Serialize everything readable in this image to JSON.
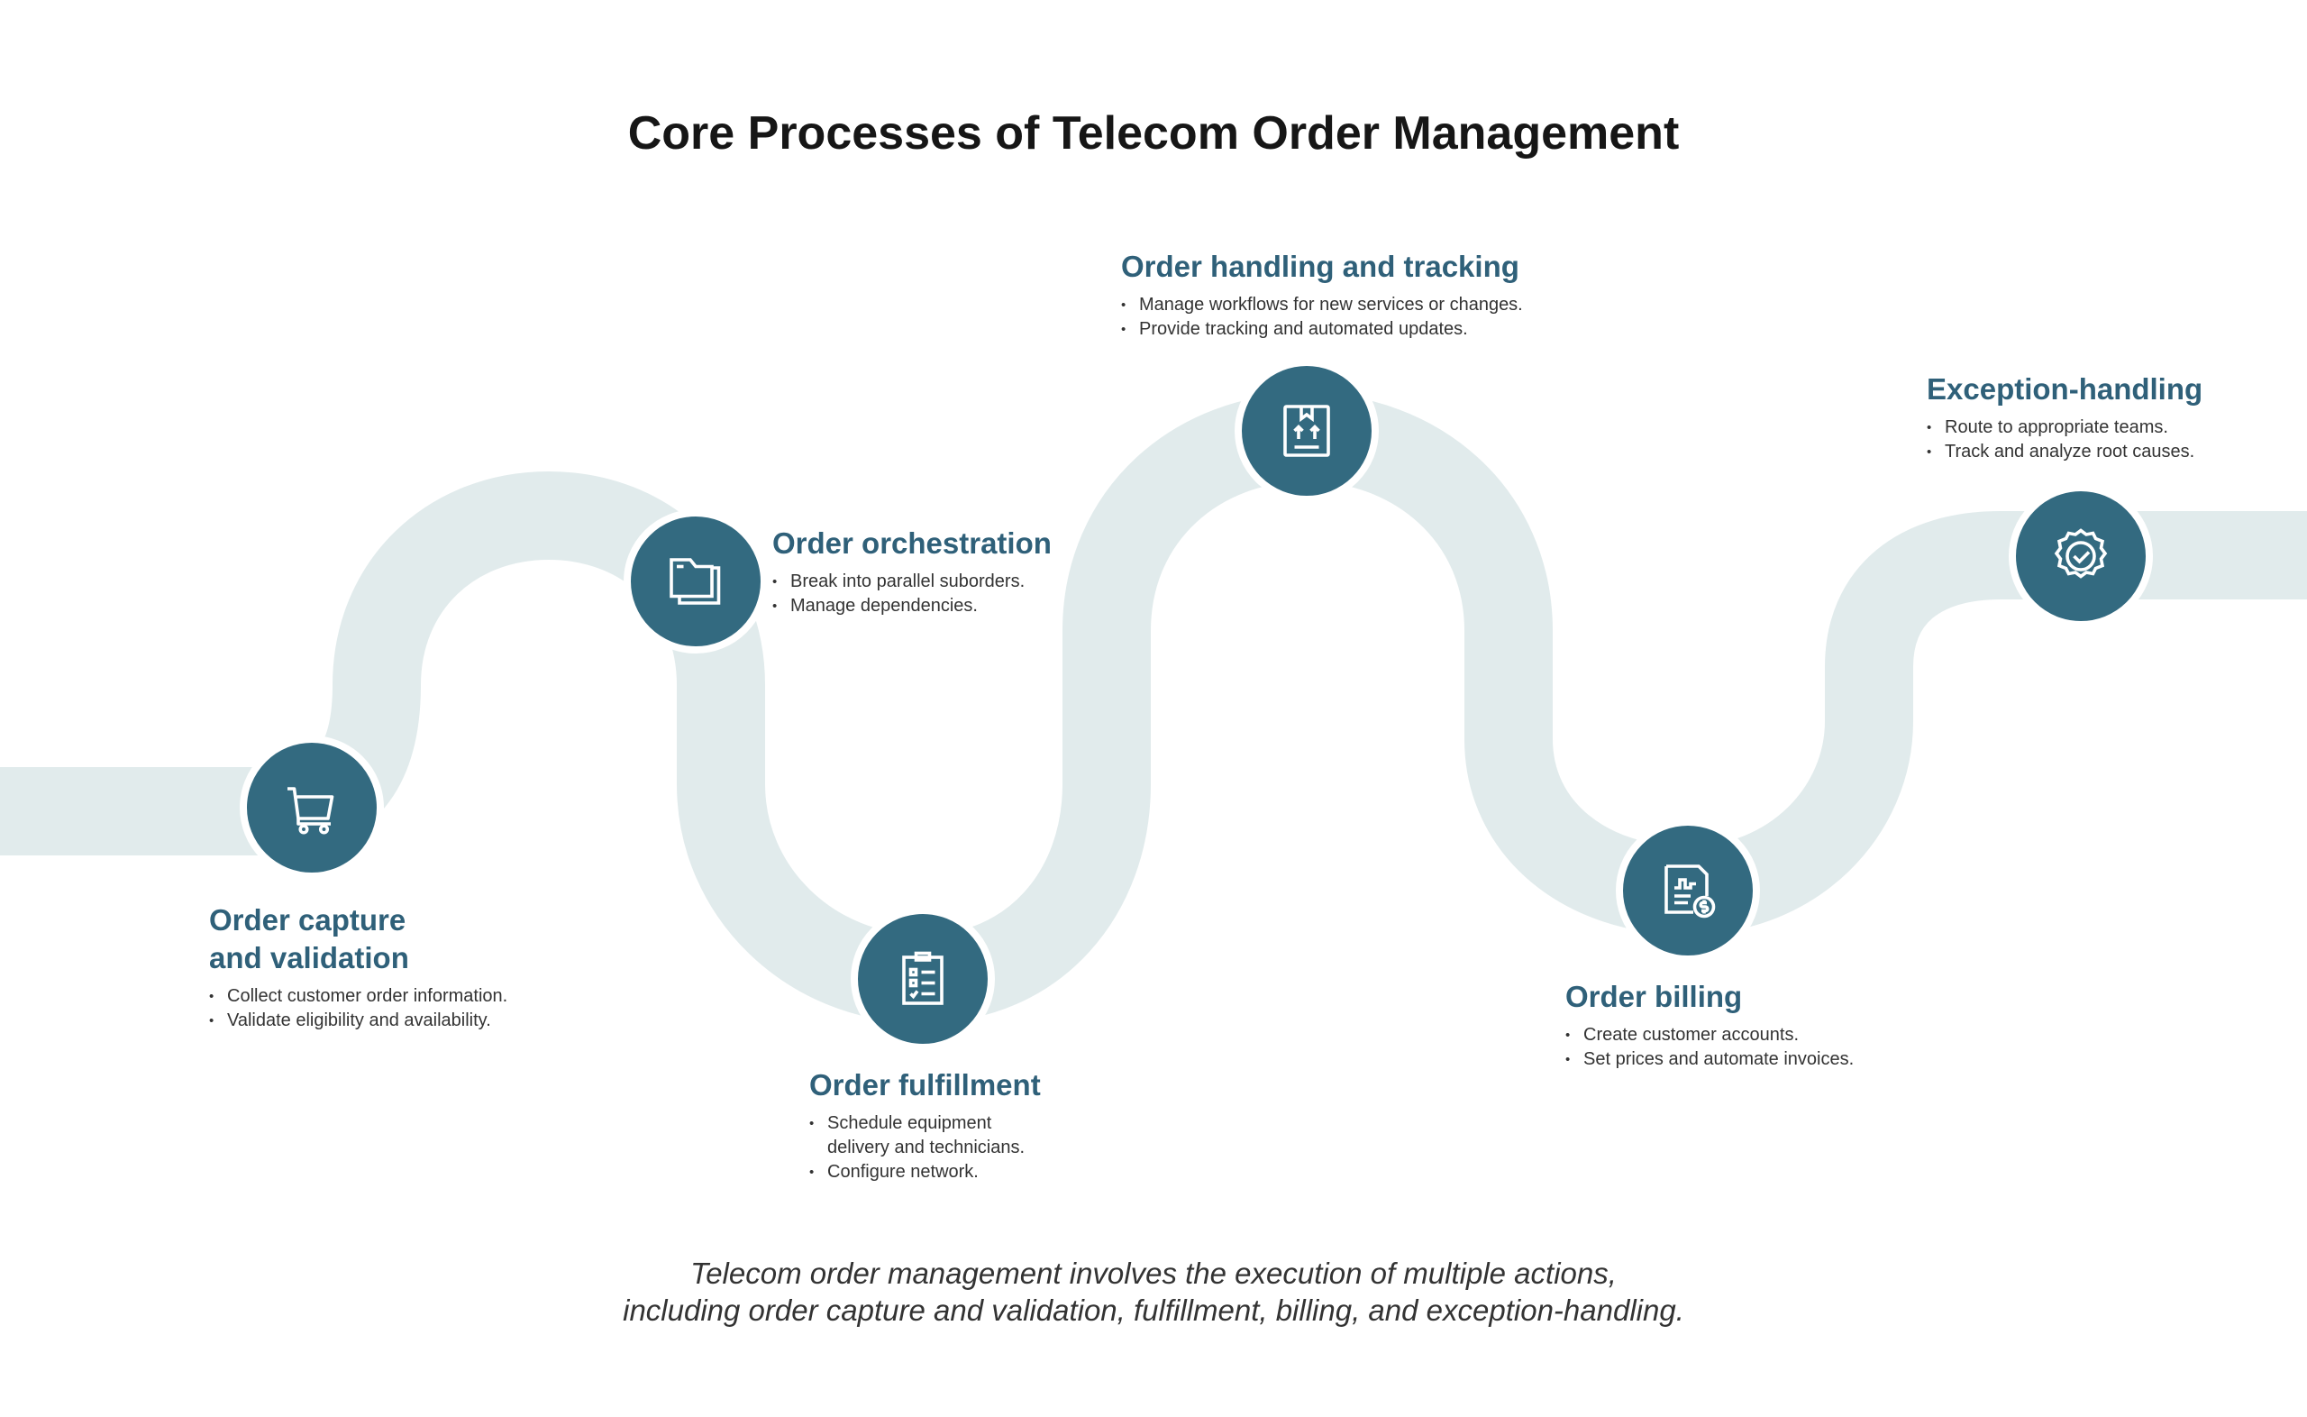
{
  "title": "Core Processes of Telecom Order Management",
  "colors": {
    "accent": "#336a80",
    "heading": "#2f6079",
    "road": "#e1ebec"
  },
  "steps": [
    {
      "icon": "shopping-cart-icon",
      "title_line1": "Order capture",
      "title_line2": "and validation",
      "bullets": [
        "Collect customer order information.",
        "Validate eligibility and availability."
      ]
    },
    {
      "icon": "folders-icon",
      "title": "Order orchestration",
      "bullets": [
        "Break into parallel suborders.",
        "Manage dependencies."
      ]
    },
    {
      "icon": "clipboard-checklist-icon",
      "title": "Order fulfillment",
      "bullets": [
        "Schedule equipment delivery and technicians.",
        "Configure network."
      ]
    },
    {
      "icon": "package-arrows-icon",
      "title": "Order handling and tracking",
      "bullets": [
        "Manage workflows for new services or changes.",
        "Provide tracking and automated updates."
      ]
    },
    {
      "icon": "invoice-dollar-icon",
      "title": "Order billing",
      "bullets": [
        "Create customer accounts.",
        "Set prices and automate invoices."
      ]
    },
    {
      "icon": "badge-check-icon",
      "title": "Exception-handling",
      "bullets": [
        "Route to appropriate teams.",
        "Track and analyze root causes."
      ]
    }
  ],
  "caption_line1": "Telecom order management involves the execution of multiple actions,",
  "caption_line2": "including order capture and validation, fulfillment, billing, and exception-handling."
}
